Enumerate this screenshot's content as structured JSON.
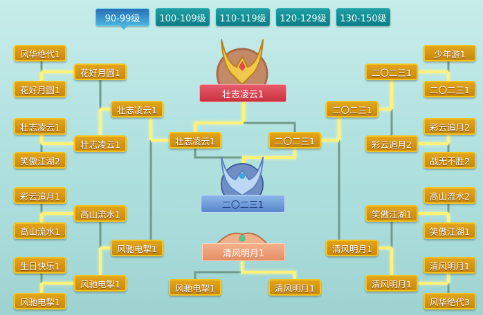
{
  "tabs": [
    {
      "label": "90-99级",
      "active": true
    },
    {
      "label": "100-109级"
    },
    {
      "label": "110-119级"
    },
    {
      "label": "120-129级"
    },
    {
      "label": "130-150级"
    }
  ],
  "left": {
    "round1": [
      "风华绝代1",
      "花好月圆1",
      "壮志凌云1",
      "笑傲江湖2",
      "彩云追月1",
      "高山流水1",
      "生日快乐1",
      "风驰电掣1"
    ],
    "round2": [
      "花好月圆1",
      "壮志凌云1",
      "高山流水1",
      "风驰电掣1"
    ],
    "round3": [
      "壮志凌云1",
      "风驰电掣1"
    ],
    "semifinal": "壮志凌云1"
  },
  "right": {
    "round1": [
      "少年游1",
      "二〇二三1",
      "彩云追月2",
      "战无不胜2",
      "高山流水2",
      "笑傲江湖1",
      "清风明月1",
      "风华绝代3"
    ],
    "round2": [
      "二〇二三1",
      "彩云追月2",
      "笑傲江湖1",
      "清风明月1"
    ],
    "round3": [
      "二〇二三1",
      "清风明月1"
    ],
    "semifinal": "二〇二三1"
  },
  "champion": "壮志凌云1",
  "runner_up": "二〇二三1",
  "third_place": {
    "winner": "清风明月1",
    "left": "风驰电掣1",
    "right": "清风明月1"
  },
  "colors": {
    "winner_line": "#fff27a",
    "loser_line": "#6f9a8e",
    "box": "#d9980f"
  }
}
